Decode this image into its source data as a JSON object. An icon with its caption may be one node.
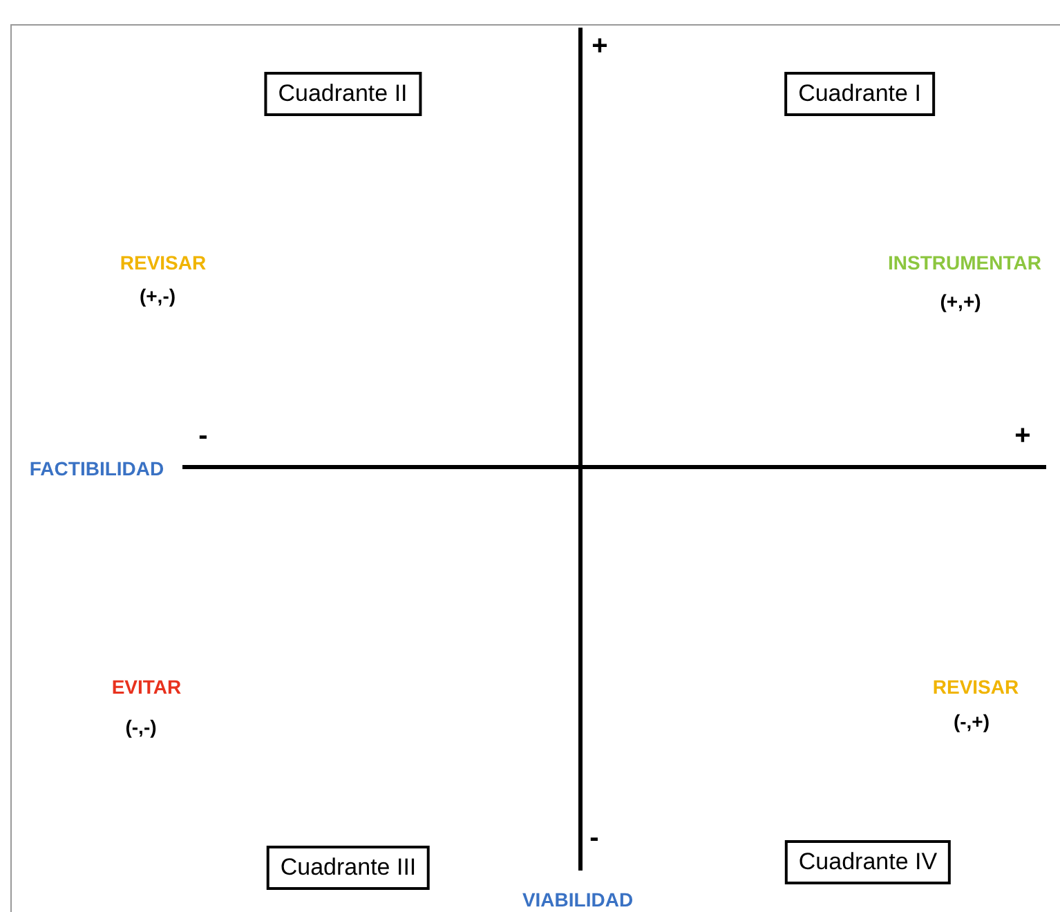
{
  "diagram": {
    "nodes": [
      {
        "text": [
          "Cuadrante II"
        ]
      },
      {
        "text": [
          "Cuadrante I"
        ]
      },
      {
        "text": [
          "Cuadrante III"
        ]
      },
      {
        "text": [
          "Cuadrante IV"
        ]
      }
    ],
    "labels": [
      "+",
      "REVISAR",
      "INSTRUMENTAR",
      "(+,-)",
      "(+,+)",
      "-",
      "+",
      "FACTIBILIDAD",
      "EVITAR",
      "REVISAR",
      "(-,-)",
      "(-,+)",
      "-",
      "VIABILIDAD"
    ]
  }
}
